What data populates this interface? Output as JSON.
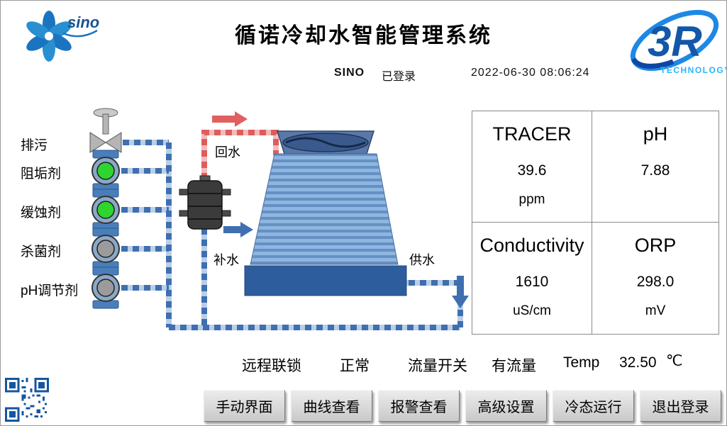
{
  "header": {
    "title": "循诺冷却水智能管理系统",
    "user": "SINO",
    "login_status": "已登录",
    "datetime": "2022-06-30  08:06:24",
    "sino_logo_text": "sino",
    "r3_logo_text": "3R",
    "r3_logo_subtext": "TECHNOLOGY"
  },
  "diagram": {
    "dosing_points": [
      "排污",
      "阻垢剂",
      "缓蚀剂",
      "杀菌剂",
      "pH调节剂"
    ],
    "return_label": "回水",
    "makeup_label": "补水",
    "supply_label": "供水",
    "pump_states": [
      "green",
      "green",
      "gray",
      "gray"
    ]
  },
  "measurements": [
    {
      "label": "TRACER",
      "value": "39.6",
      "unit": "ppm"
    },
    {
      "label": "pH",
      "value": "7.88",
      "unit": ""
    },
    {
      "label": "Conductivity",
      "value": "1610",
      "unit": "uS/cm"
    },
    {
      "label": "ORP",
      "value": "298.0",
      "unit": "mV"
    }
  ],
  "status_bar": {
    "interlock_label": "远程联锁",
    "interlock_value": "正常",
    "flow_label": "流量开关",
    "flow_value": "有流量",
    "temp_label": "Temp",
    "temp_value": "32.50",
    "temp_unit": "℃"
  },
  "buttons": [
    "手动界面",
    "曲线查看",
    "报警查看",
    "高级设置",
    "冷态运行",
    "退出登录"
  ],
  "colors": {
    "pump_on": "#2fd52f",
    "pump_off": "#9b9b9b",
    "pipe_blue": "#3f6fb0",
    "pipe_red": "#e05c5c",
    "brand_blue": "#1565c0",
    "tech_cyan": "#29b6f6"
  }
}
